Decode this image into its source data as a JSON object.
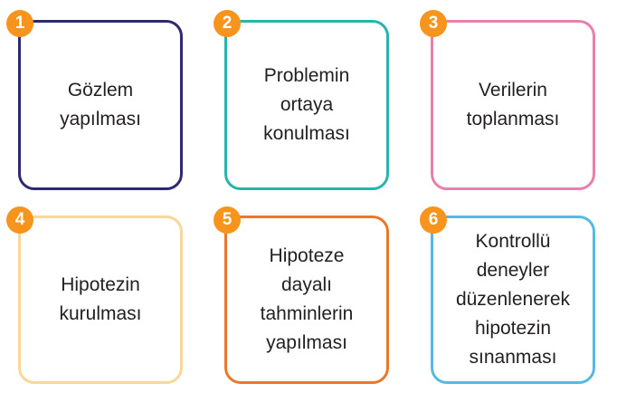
{
  "badge_color": "#f7941d",
  "steps": [
    {
      "number": "1",
      "text": "Gözlem\nyapılması",
      "border_color": "#2e2a6f"
    },
    {
      "number": "2",
      "text": "Problemin\nortaya\nkonulması",
      "border_color": "#26b5ad"
    },
    {
      "number": "3",
      "text": "Verilerin\ntoplanması",
      "border_color": "#e97fab"
    },
    {
      "number": "4",
      "text": "Hipotezin\nkurulması",
      "border_color": "#f9d79a"
    },
    {
      "number": "5",
      "text": "Hipoteze\ndayalı\ntahminlerin\nyapılması",
      "border_color": "#e9782a"
    },
    {
      "number": "6",
      "text": "Kontrollü\ndeneyler\ndüzenlenerek\nhipotezin\nsınanması",
      "border_color": "#56b9e2"
    }
  ]
}
